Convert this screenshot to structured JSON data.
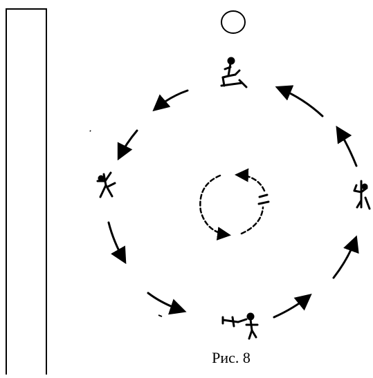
{
  "figure": {
    "caption": "Рис. 8",
    "elements": [
      {
        "name": "wall-panel"
      },
      {
        "name": "ball-icon"
      },
      {
        "name": "player-top-figure"
      },
      {
        "name": "player-left-figure"
      },
      {
        "name": "player-right-figure"
      },
      {
        "name": "player-bottom-figure"
      },
      {
        "name": "center-figure"
      }
    ],
    "colors": {
      "ink": "#000000",
      "background": "#ffffff"
    }
  }
}
